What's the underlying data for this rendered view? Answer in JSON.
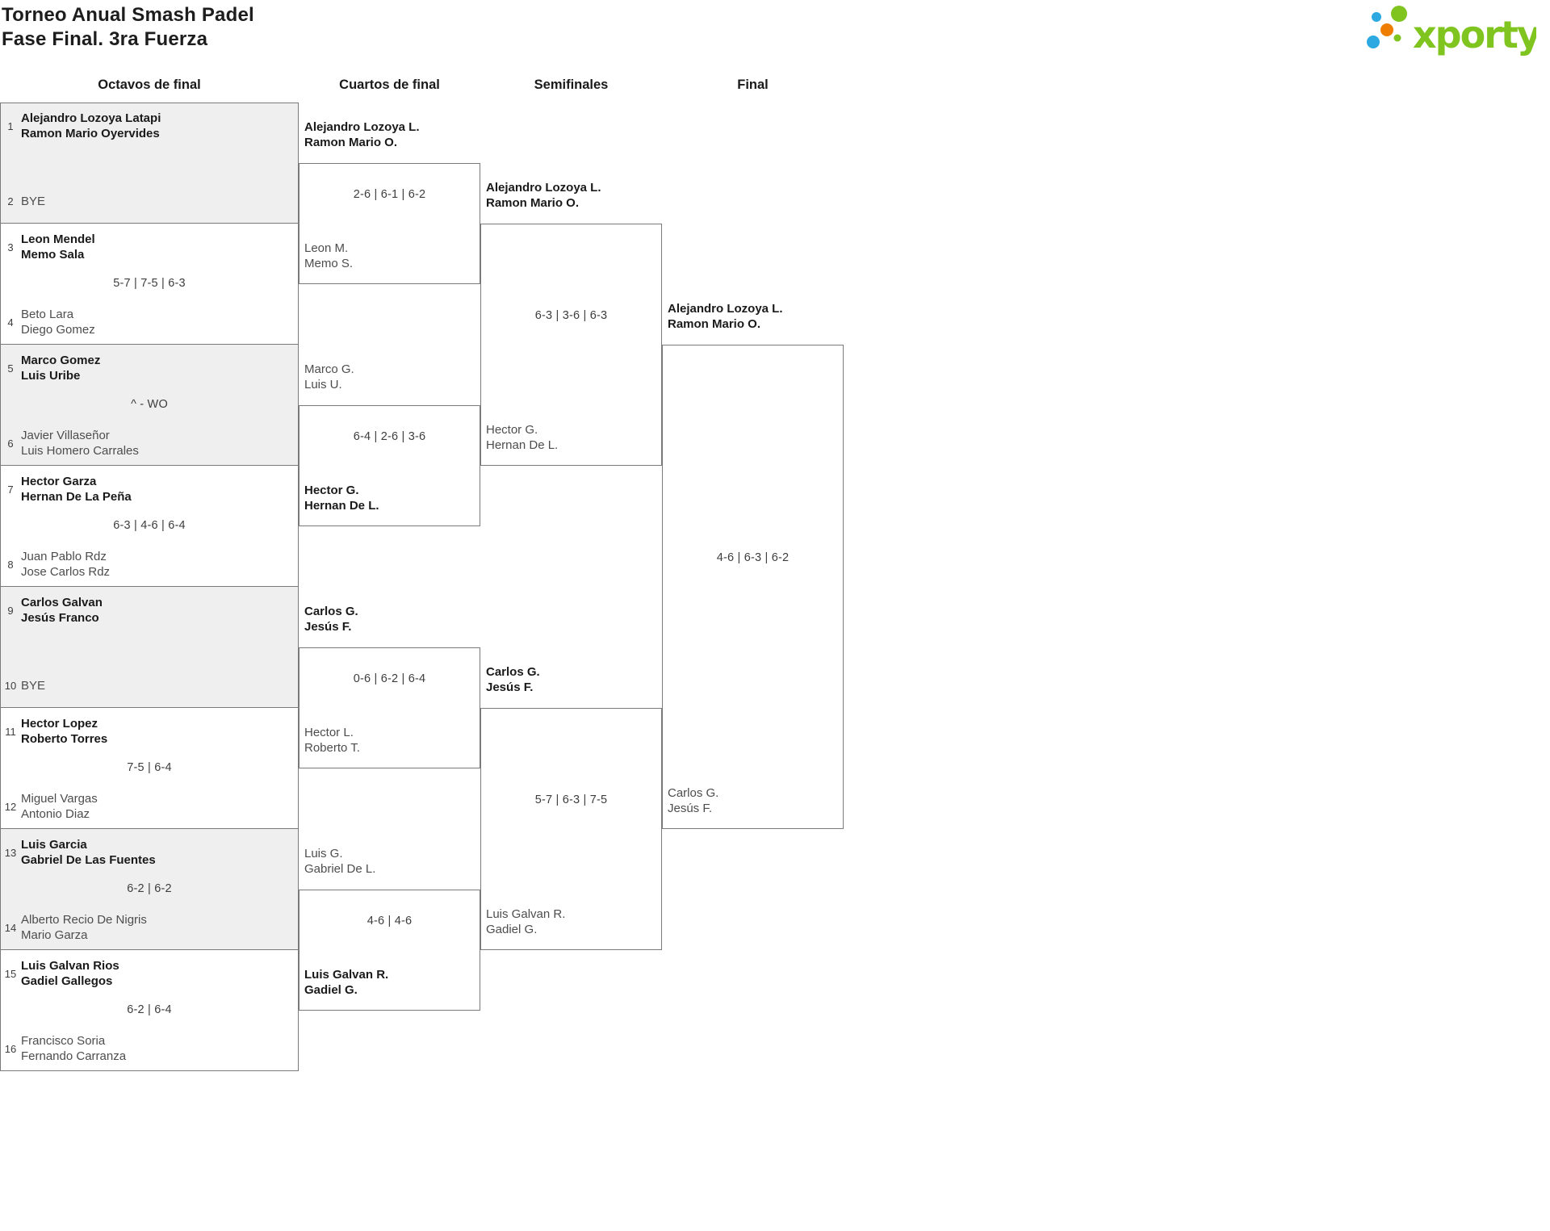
{
  "title": {
    "line1": "Torneo Anual Smash Padel",
    "line2": "Fase Final. 3ra Fuerza"
  },
  "brand": {
    "name": "xporty",
    "green": "#7fc41f",
    "blue": "#2ba9e0",
    "orange": "#ee7d00"
  },
  "colors": {
    "box_fill_gray": "#efefef",
    "box_border": "#7a7a7a",
    "winner_text": "#1a1a1a",
    "loser_text": "#4d4d4d",
    "score_text": "#3d3d3d"
  },
  "rounds": [
    {
      "name": "Octavos de final",
      "matches": [
        {
          "seed1": "1",
          "team1": [
            "Alejandro Lozoya Latapi",
            "Ramon Mario Oyervides"
          ],
          "seed2": "2",
          "team2": [
            "BYE"
          ],
          "score": "",
          "winner": 1
        },
        {
          "seed1": "3",
          "team1": [
            "Leon Mendel",
            "Memo Sala"
          ],
          "seed2": "4",
          "team2": [
            "Beto Lara",
            "Diego Gomez"
          ],
          "score": "5-7 | 7-5 | 6-3",
          "winner": 1
        },
        {
          "seed1": "5",
          "team1": [
            "Marco Gomez",
            "Luis Uribe"
          ],
          "seed2": "6",
          "team2": [
            "Javier Villaseñor",
            "Luis Homero Carrales"
          ],
          "score": "^ - WO",
          "winner": 1
        },
        {
          "seed1": "7",
          "team1": [
            "Hector Garza",
            "Hernan De La Peña"
          ],
          "seed2": "8",
          "team2": [
            "Juan Pablo Rdz",
            "Jose Carlos Rdz"
          ],
          "score": "6-3 | 4-6 | 6-4",
          "winner": 1
        },
        {
          "seed1": "9",
          "team1": [
            "Carlos Galvan",
            "Jesús Franco"
          ],
          "seed2": "10",
          "team2": [
            "BYE"
          ],
          "score": "",
          "winner": 1
        },
        {
          "seed1": "11",
          "team1": [
            "Hector Lopez",
            "Roberto Torres"
          ],
          "seed2": "12",
          "team2": [
            "Miguel Vargas",
            "Antonio Diaz"
          ],
          "score": "7-5 | 6-4",
          "winner": 1
        },
        {
          "seed1": "13",
          "team1": [
            "Luis Garcia",
            "Gabriel De Las Fuentes"
          ],
          "seed2": "14",
          "team2": [
            "Alberto Recio De Nigris",
            "Mario Garza"
          ],
          "score": "6-2 | 6-2",
          "winner": 1
        },
        {
          "seed1": "15",
          "team1": [
            "Luis Galvan Rios",
            "Gadiel Gallegos"
          ],
          "seed2": "16",
          "team2": [
            "Francisco Soria",
            "Fernando Carranza"
          ],
          "score": "6-2 | 6-4",
          "winner": 1
        }
      ]
    },
    {
      "name": "Cuartos de final",
      "matches": [
        {
          "team1": [
            "Alejandro Lozoya L.",
            "Ramon Mario O."
          ],
          "team2": [
            "Leon M.",
            "Memo S."
          ],
          "score": "2-6 | 6-1 | 6-2",
          "winner": 1
        },
        {
          "team1": [
            "Marco G.",
            "Luis U."
          ],
          "team2": [
            "Hector G.",
            "Hernan De L."
          ],
          "score": "6-4 | 2-6 | 3-6",
          "winner": 2
        },
        {
          "team1": [
            "Carlos G.",
            "Jesús F."
          ],
          "team2": [
            "Hector L.",
            "Roberto T."
          ],
          "score": "0-6 | 6-2 | 6-4",
          "winner": 1
        },
        {
          "team1": [
            "Luis G.",
            "Gabriel De L."
          ],
          "team2": [
            "Luis Galvan R.",
            "Gadiel G."
          ],
          "score": "4-6 | 4-6",
          "winner": 2
        }
      ]
    },
    {
      "name": "Semifinales",
      "matches": [
        {
          "team1": [
            "Alejandro Lozoya L.",
            "Ramon Mario O."
          ],
          "team2": [
            "Hector G.",
            "Hernan De L."
          ],
          "score": "6-3 | 3-6 | 6-3",
          "winner": 1
        },
        {
          "team1": [
            "Carlos G.",
            "Jesús F."
          ],
          "team2": [
            "Luis Galvan R.",
            "Gadiel G."
          ],
          "score": "5-7 | 6-3 | 7-5",
          "winner": 1
        }
      ]
    },
    {
      "name": "Final",
      "matches": [
        {
          "team1": [
            "Alejandro Lozoya L.",
            "Ramon Mario O."
          ],
          "team2": [
            "Carlos G.",
            "Jesús F."
          ],
          "score": "4-6 | 6-3 | 6-2",
          "winner": 1
        }
      ]
    }
  ]
}
